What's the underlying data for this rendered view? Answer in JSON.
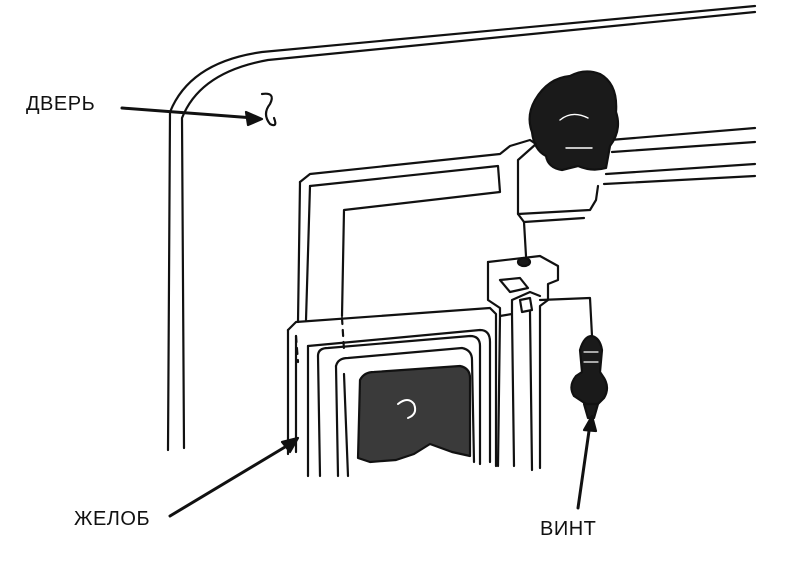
{
  "labels": {
    "door": "ДВЕРЬ",
    "gutter": "ЖЕЛОБ",
    "screw": "ВИНТ"
  },
  "colors": {
    "ink": "#111111",
    "background": "#ffffff",
    "shade": "#3a3a3a"
  }
}
